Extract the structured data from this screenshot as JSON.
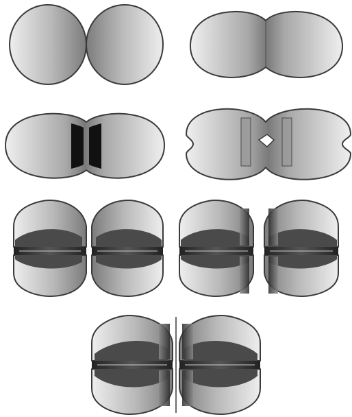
{
  "figure": {
    "description_visible_text": "",
    "panel_count": 7,
    "colors": {
      "outline": "#3a3a3a",
      "fill_light": "#e2e2e2",
      "fill_dark": "#8a8a8a",
      "inner_dark": "#4a4a4a",
      "slit": "#111111",
      "background": "#ffffff"
    },
    "panels": [
      {
        "id": "stage-1",
        "label": "",
        "cells": 2
      },
      {
        "id": "stage-2",
        "label": "",
        "cells": 2
      },
      {
        "id": "stage-3",
        "label": "",
        "cells": 2
      },
      {
        "id": "stage-4",
        "label": "",
        "cells": 2
      },
      {
        "id": "stage-5",
        "label": "",
        "cells": 4
      },
      {
        "id": "stage-6",
        "label": "",
        "cells": 4
      },
      {
        "id": "stage-7",
        "label": "",
        "cells": 4
      }
    ]
  }
}
